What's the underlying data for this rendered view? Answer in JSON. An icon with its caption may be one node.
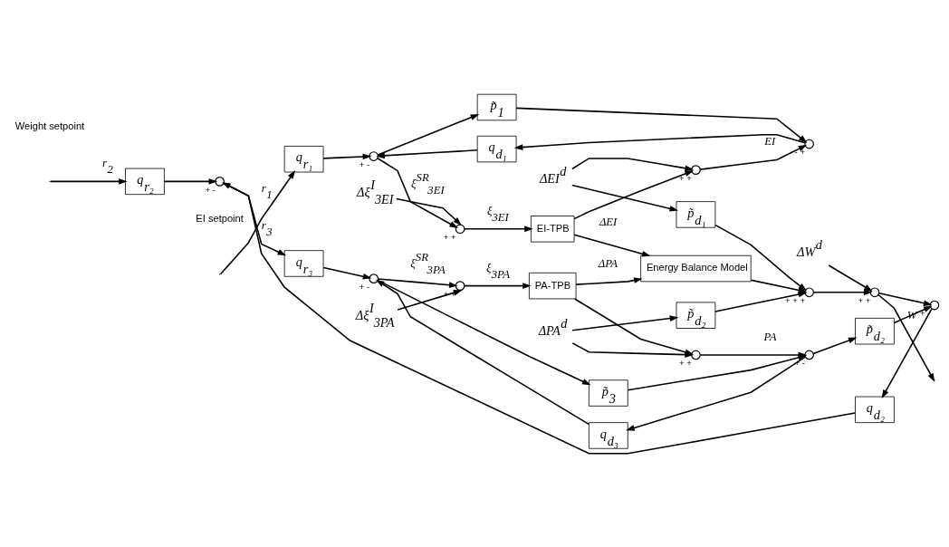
{
  "diagram": {
    "nodes": [
      {
        "text": [
          "q$_{d₁}$"
        ]
      },
      {
        "text": [
          "p̃$_{1}$"
        ]
      },
      {
        "text": [],
        "shape": "circle",
        "beside": [
          "-",
          "+"
        ]
      },
      {
        "text": [
          "ΔEI$^{d}$"
        ]
      },
      {
        "text": [],
        "shape": "circle",
        "beside": [
          "+",
          "+"
        ]
      },
      {
        "text": [
          "Δξ$^{I}$$_{3EI}$"
        ]
      },
      {
        "text": [
          "q$_{r₁}$"
        ]
      },
      {
        "text": [],
        "shape": "circle",
        "beside": [
          "+",
          "-"
        ]
      },
      {
        "text": [],
        "shape": "circle",
        "beside": [
          "+",
          "+"
        ]
      },
      {
        "text": [
          "EI-TPB"
        ]
      },
      {
        "text": [
          "p̃$_{d₁}$"
        ]
      },
      {
        "text": [
          "ΔW$^{d}$"
        ]
      },
      {
        "text": [
          "Energy Balance Model"
        ]
      },
      {
        "text": [],
        "shape": "circle",
        "beside": [
          "+",
          "+",
          "+"
        ]
      },
      {
        "text": [],
        "shape": "circle",
        "beside": [
          "+",
          "+"
        ]
      },
      {
        "text": [
          "q$_{r₂}$"
        ]
      },
      {
        "text": [],
        "shape": "circle",
        "beside": [
          "+",
          "-"
        ]
      },
      {
        "text": [
          "q$_{r₃}$"
        ]
      },
      {
        "text": [],
        "shape": "circle",
        "beside": [
          "+",
          "-"
        ]
      },
      {
        "text": [],
        "shape": "circle",
        "beside": [
          "+",
          "+"
        ]
      },
      {
        "text": [
          "PA-TPB"
        ]
      },
      {
        "text": [
          "p̃$_{d₂}$"
        ]
      },
      {
        "text": [
          "Δξ$^{I}$$_{3PA}$"
        ]
      },
      {
        "text": [],
        "shape": "circle",
        "beside": [
          "+",
          "+"
        ]
      },
      {
        "text": [
          "ΔPA$^{d}$"
        ]
      },
      {
        "text": [
          "p̃$_{3}$"
        ]
      },
      {
        "text": [],
        "shape": "circle",
        "beside": [
          "+",
          "-"
        ]
      },
      {
        "text": [
          "p̃$_{d₂}$"
        ]
      },
      {
        "text": [],
        "shape": "circle",
        "beside": [
          "+",
          "-"
        ]
      },
      {
        "text": [
          "q$_{d₃}$"
        ]
      },
      {
        "text": [
          "q$_{d₂}$"
        ]
      }
    ],
    "edges": [
      {
        "from": null,
        "to": 6,
        "arrow": "to",
        "label": "r$_{1}$"
      },
      {
        "from": 6,
        "to": 7,
        "arrow": "to"
      },
      {
        "from": 7,
        "to": 8,
        "arrow": "to",
        "label": "ξ$^{SR}$$_{3EI}$"
      },
      {
        "from": 7,
        "to": 1,
        "arrow": "to"
      },
      {
        "from": 5,
        "to": 8,
        "arrow": "to"
      },
      {
        "from": 8,
        "to": 9,
        "arrow": "to",
        "label": "ξ$_{3EI}$"
      },
      {
        "from": 9,
        "to": 12,
        "arrow": "to",
        "label": "ΔEI"
      },
      {
        "from": 9,
        "to": 4,
        "arrow": "to"
      },
      {
        "from": 3,
        "to": 4,
        "arrow": "to"
      },
      {
        "from": 3,
        "to": 10,
        "arrow": "to"
      },
      {
        "from": 4,
        "to": 2,
        "arrow": "to",
        "label": "EI"
      },
      {
        "from": 1,
        "to": 2,
        "arrow": "to"
      },
      {
        "from": 2,
        "to": 0,
        "arrow": "to"
      },
      {
        "from": 0,
        "to": 7,
        "arrow": "to"
      },
      {
        "from": 10,
        "to": 13,
        "arrow": "to"
      },
      {
        "from": 12,
        "to": 13,
        "arrow": "to"
      },
      {
        "from": 21,
        "to": 13,
        "arrow": "to"
      },
      {
        "from": 13,
        "to": 14,
        "arrow": "to"
      },
      {
        "from": 11,
        "to": 14,
        "arrow": "to"
      },
      {
        "from": 14,
        "to": null,
        "arrow": "to",
        "label": "W"
      },
      {
        "from": 14,
        "to": 28,
        "arrow": "to"
      },
      {
        "from": null,
        "to": 15,
        "arrow": "to",
        "label": "r$_{2}$"
      },
      {
        "from": 15,
        "to": 16,
        "arrow": "to"
      },
      {
        "from": 16,
        "to": 17,
        "arrow": "to",
        "label": "r$_{3}$"
      },
      {
        "from": 17,
        "to": 18,
        "arrow": "to"
      },
      {
        "from": 18,
        "to": 19,
        "arrow": "to",
        "label": "ξ$^{SR}$$_{3PA}$"
      },
      {
        "from": 18,
        "to": 25,
        "arrow": "to"
      },
      {
        "from": 22,
        "to": 19,
        "arrow": "to"
      },
      {
        "from": 19,
        "to": 20,
        "arrow": "to",
        "label": "ξ$_{3PA}$"
      },
      {
        "from": 20,
        "to": 12,
        "arrow": "to",
        "label": "ΔPA"
      },
      {
        "from": 20,
        "to": 23,
        "arrow": "to"
      },
      {
        "from": 24,
        "to": 23,
        "arrow": "to"
      },
      {
        "from": 24,
        "to": 21,
        "arrow": "to"
      },
      {
        "from": 23,
        "to": 26,
        "arrow": "to",
        "label": "PA"
      },
      {
        "from": 25,
        "to": 26,
        "arrow": "to"
      },
      {
        "from": 26,
        "to": 27,
        "arrow": "to"
      },
      {
        "from": 26,
        "to": 29,
        "arrow": "to"
      },
      {
        "from": 27,
        "to": 28,
        "arrow": "to"
      },
      {
        "from": 28,
        "to": 30,
        "arrow": "to"
      },
      {
        "from": 29,
        "to": 18,
        "arrow": "to"
      },
      {
        "from": 30,
        "to": 16,
        "arrow": "to"
      }
    ],
    "labels": [
      "EI setpoint",
      "Weight setpoint"
    ]
  }
}
